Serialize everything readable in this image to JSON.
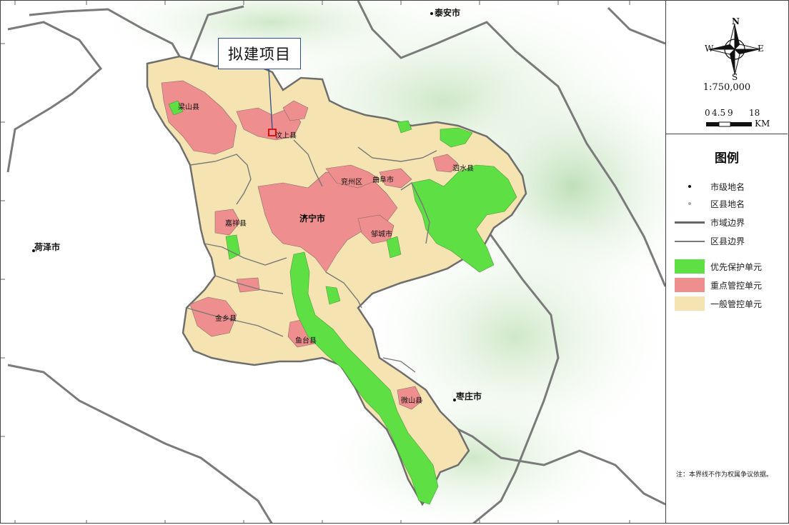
{
  "callout": {
    "text": "拟建项目"
  },
  "cities": [
    {
      "id": "taian",
      "name": "泰安市"
    },
    {
      "id": "heze",
      "name": "荷泽市"
    },
    {
      "id": "jining",
      "name": "济宁市"
    },
    {
      "id": "zaozhuang",
      "name": "枣庄市"
    }
  ],
  "counties": [
    {
      "id": "liangshan",
      "name": "梁山县"
    },
    {
      "id": "wenshang",
      "name": "汶上县"
    },
    {
      "id": "sishui",
      "name": "泗水县"
    },
    {
      "id": "qufu",
      "name": "曲阜市"
    },
    {
      "id": "jiaxiang",
      "name": "嘉祥县"
    },
    {
      "id": "jinxiang",
      "name": "金乡县"
    },
    {
      "id": "yutai",
      "name": "鱼台县"
    },
    {
      "id": "weishan",
      "name": "微山县"
    },
    {
      "id": "yanzhou",
      "name": "兖州区"
    },
    {
      "id": "zoucheng",
      "name": "邹城市"
    }
  ],
  "legend": {
    "compass": {
      "n": "N",
      "s": "S",
      "e": "E",
      "w": "W"
    },
    "scale": {
      "ratio": "1:750,000",
      "ticks": [
        "0",
        "4.5",
        "9",
        "18"
      ],
      "unit": "KM"
    },
    "title": "图例",
    "items": [
      {
        "label": "市级地名",
        "symbol": "dot-black"
      },
      {
        "label": "区县地名",
        "symbol": "dot-grey"
      },
      {
        "label": "市域边界",
        "symbol": "line-thick"
      },
      {
        "label": "区县边界",
        "symbol": "line-thin"
      },
      {
        "label": "优先保护单元",
        "symbol": "swatch",
        "color": "#5ee045"
      },
      {
        "label": "重点管控单元",
        "symbol": "swatch",
        "color": "#ef8e8e"
      },
      {
        "label": "一般管控单元",
        "symbol": "swatch",
        "color": "#f5e4b1"
      }
    ],
    "note": "注：本界线不作为权属争议依据。"
  },
  "colors": {
    "priority_protection": "#5ee045",
    "key_control": "#ef8e8e",
    "general_control": "#f5e4b1",
    "terrain_light": "#eef7e7",
    "terrain_mid": "#d6ecd0",
    "boundary": "#6e6e6e"
  }
}
